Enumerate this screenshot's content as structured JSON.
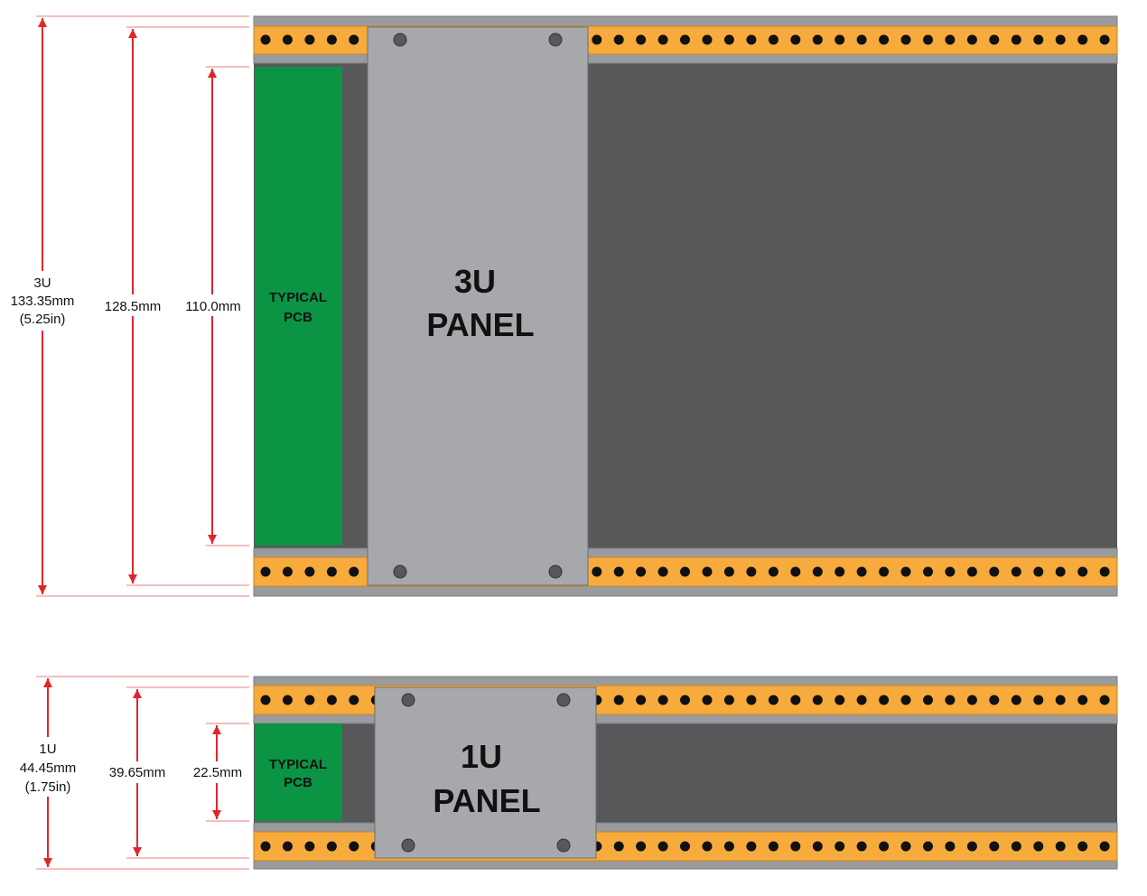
{
  "colors": {
    "rail": "#9a9b9e",
    "strip": "#f7ab3d",
    "hole": "#111111",
    "case": "#58585a",
    "pcb": "#0b9444",
    "panel": "#a7a8ab",
    "screw": "#58585a",
    "dimension": "#e0262c"
  },
  "rack_3u": {
    "pcb_label": [
      "TYPICAL",
      "PCB"
    ],
    "panel_label": [
      "3U",
      "PANEL"
    ],
    "dim_total": [
      "3U",
      "133.35mm",
      "(5.25in)"
    ],
    "dim_panel": "128.5mm",
    "dim_pcb": "110.0mm"
  },
  "rack_1u": {
    "pcb_label": [
      "TYPICAL",
      "PCB"
    ],
    "panel_label": [
      "1U",
      "PANEL"
    ],
    "dim_total": [
      "1U",
      "44.45mm",
      "(1.75in)"
    ],
    "dim_panel": "39.65mm",
    "dim_pcb": "22.5mm"
  }
}
